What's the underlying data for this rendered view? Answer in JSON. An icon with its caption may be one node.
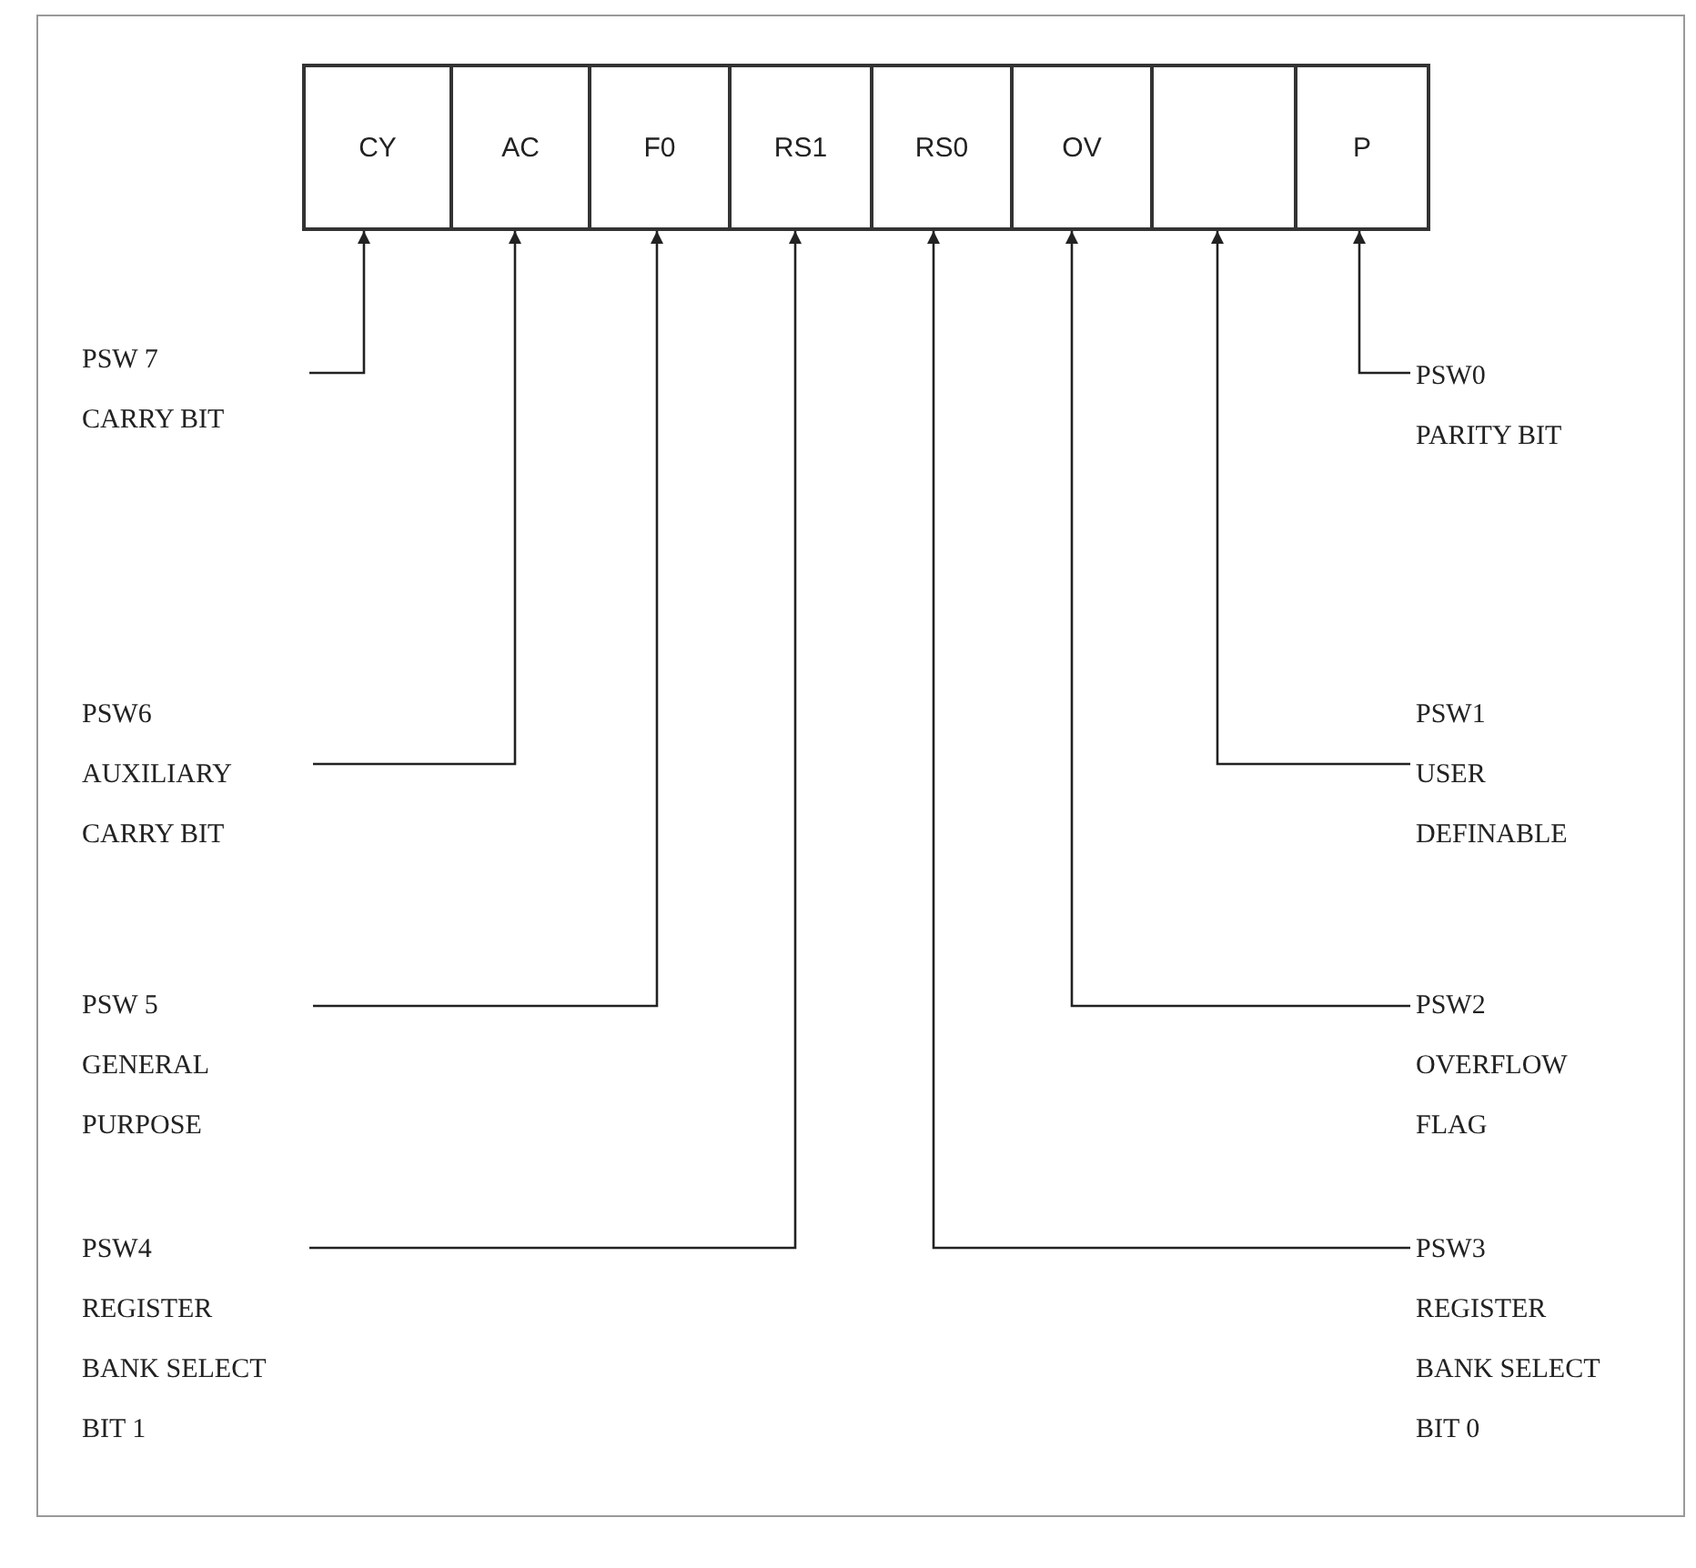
{
  "diagram": {
    "nodes": [
      {
        "text": [
          "CY"
        ]
      },
      {
        "text": [
          "AC"
        ]
      },
      {
        "text": [
          "F0"
        ]
      },
      {
        "text": [
          "RS1"
        ]
      },
      {
        "text": [
          "RS0"
        ]
      },
      {
        "text": [
          "OV"
        ]
      },
      {
        "text": [],
        "shape": "box"
      },
      {
        "text": [
          "P"
        ]
      },
      {
        "text": [
          "PSW 7",
          "CARRY BIT"
        ]
      },
      {
        "text": [
          "PSW6",
          "AUXILIARY CARRY BIT"
        ]
      },
      {
        "text": [
          "PSW 5",
          "GENERAL PURPOSE"
        ]
      },
      {
        "text": [
          "PSW4",
          "REGISTER BANK SELECT BIT 1"
        ]
      },
      {
        "text": [
          "PSW0",
          "PARITY BIT"
        ]
      },
      {
        "text": [
          "PSW1",
          "USER DEFINABLE"
        ]
      },
      {
        "text": [
          "PSW2",
          "OVERFLOW FLAG"
        ]
      },
      {
        "text": [
          "PSW3",
          "REGISTER BANK SELECT BIT 0"
        ]
      }
    ],
    "edges": [
      {
        "from": 8,
        "to": 0,
        "arrow": "to"
      },
      {
        "from": 9,
        "to": 1,
        "arrow": "to"
      },
      {
        "from": 10,
        "to": 2,
        "arrow": "to"
      },
      {
        "from": 11,
        "to": 3,
        "arrow": "to"
      },
      {
        "from": 12,
        "to": 7,
        "arrow": "to"
      },
      {
        "from": 13,
        "to": 6,
        "arrow": "to"
      },
      {
        "from": 14,
        "to": 5,
        "arrow": "to"
      },
      {
        "from": 15,
        "to": 4,
        "arrow": "to"
      }
    ]
  }
}
